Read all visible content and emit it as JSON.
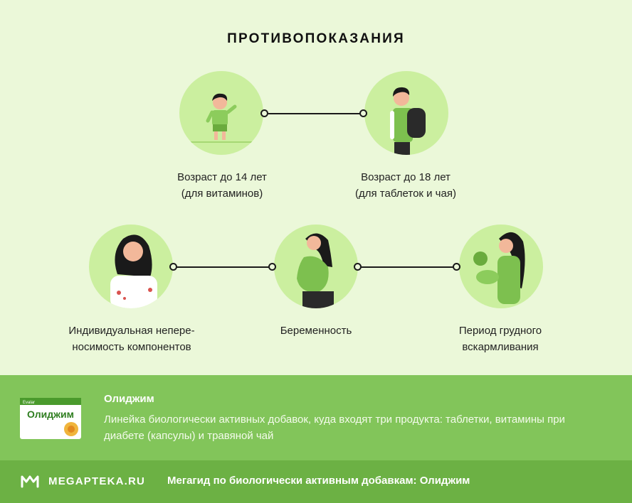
{
  "title": "ПРОТИВОПОКАЗАНИЯ",
  "items": [
    {
      "line1": "Возраст до 14 лет",
      "line2": "(для витаминов)",
      "icon": "child-icon"
    },
    {
      "line1": "Возраст до 18 лет",
      "line2": "(для таблеток и чая)",
      "icon": "teen-backpack-icon"
    },
    {
      "line1": "Индивидуальная непере-",
      "line2": "носимость компонентов",
      "icon": "allergy-woman-icon"
    },
    {
      "line1": "Беременность",
      "line2": "",
      "icon": "pregnant-woman-icon"
    },
    {
      "line1": "Период грудного",
      "line2": "вскармливания",
      "icon": "mother-with-baby-icon"
    }
  ],
  "product": {
    "name": "Олиджим",
    "description": "Линейка биологически активных добавок, куда входят три продукта: таблетки, витамины при диабете (капсулы) и травяной чай",
    "pack_label": "Олиджим",
    "pack_brand": "Evalar"
  },
  "footer": {
    "logo_text": "MEGAPTEKA.RU",
    "text": "Мегагид по биологически активным добавкам: Олиджим"
  },
  "colors": {
    "background": "#ebf8d9",
    "circle": "#cbef9f",
    "band": "#82c55a",
    "footer": "#6cb144",
    "accent_green": "#7dc04f"
  }
}
